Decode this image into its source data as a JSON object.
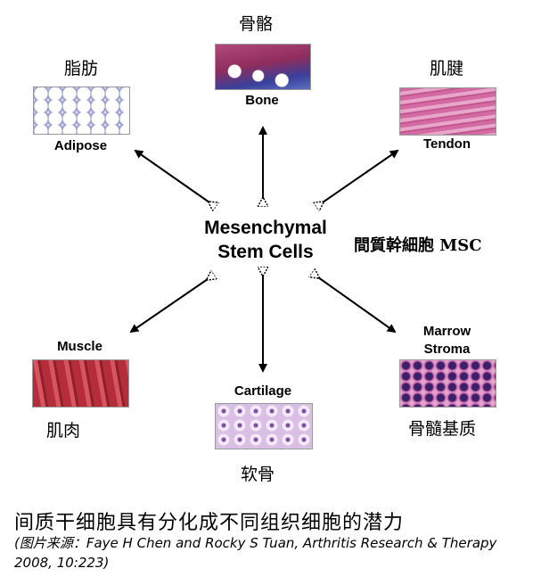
{
  "center": {
    "line1": "Mesenchymal",
    "line2": "Stem Cells"
  },
  "msc_label": "間質幹細胞 MSC",
  "tissues": {
    "bone": {
      "en": "Bone",
      "zh": "骨骼"
    },
    "adipose": {
      "en": "Adipose",
      "zh": "脂肪"
    },
    "tendon": {
      "en": "Tendon",
      "zh": "肌腱"
    },
    "muscle": {
      "en": "Muscle",
      "zh": "肌肉"
    },
    "cartilage": {
      "en": "Cartilage",
      "zh": "软骨"
    },
    "marrow": {
      "en_line1": "Marrow",
      "en_line2": "Stroma",
      "zh": "骨髓基质"
    }
  },
  "caption": "间质干细胞具有分化成不同组织细胞的潜力",
  "credit": "(图片来源：Faye H Chen and Rocky S Tuan, Arthritis Research & Therapy 2008, 10:223)"
}
